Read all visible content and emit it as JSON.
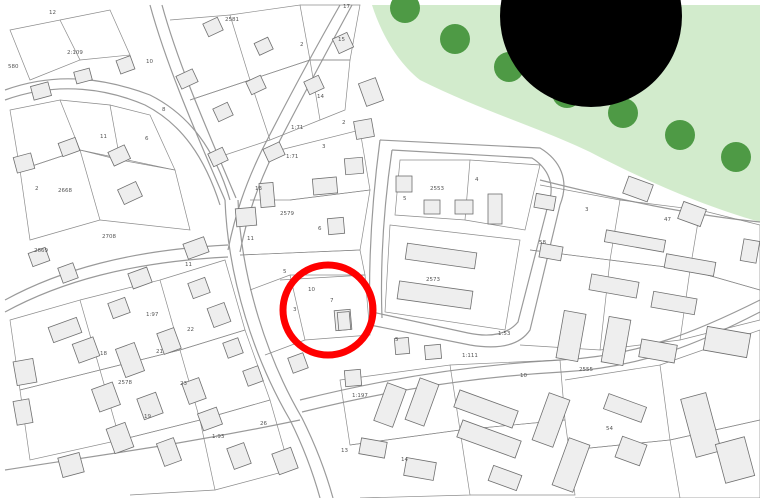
{
  "colors": {
    "background": "#ffffff",
    "park_fill": "#d2ebcc",
    "tree_fill": "#4e9a45",
    "road_line": "#9a9a9a",
    "parcel_line": "#8c8c8c",
    "building_fill": "#eeeeee",
    "building_stroke": "#6f6f6f",
    "marker_ring": "#ff0000",
    "redaction": "#000000"
  },
  "marker": {
    "label": "7",
    "style": "red-circle"
  },
  "parcel_labels": [
    "12",
    "2581",
    "17",
    "580",
    "2:109",
    "10",
    "15",
    "2",
    "14",
    "1:71",
    "1:71",
    "2",
    "8",
    "3",
    "2553",
    "5",
    "4",
    "2668",
    "6",
    "11",
    "2",
    "2579",
    "2669",
    "2708",
    "6",
    "13",
    "11",
    "5",
    "11",
    "10",
    "2573",
    "1:97",
    "3",
    "22",
    "1:53",
    "1:111",
    "2555",
    "18",
    "21",
    "2578",
    "23",
    "5",
    "1:197",
    "19",
    "1:93",
    "26",
    "54",
    "14",
    "13",
    "10",
    "58",
    "47",
    "3"
  ]
}
